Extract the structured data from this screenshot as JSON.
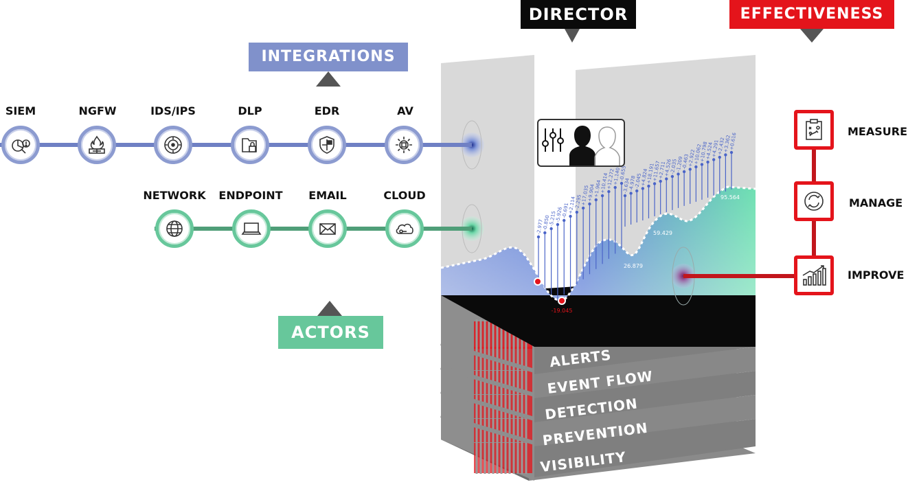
{
  "headers": {
    "director": "DIRECTOR",
    "effectiveness": "EFFECTIVENESS",
    "integrations": "INTEGRATIONS",
    "actors": "ACTORS"
  },
  "integrations": [
    {
      "label": "SIEM",
      "icon": "siem-icon"
    },
    {
      "label": "NGFW",
      "icon": "firewall-icon"
    },
    {
      "label": "IDS/IPS",
      "icon": "ids-ips-icon"
    },
    {
      "label": "DLP",
      "icon": "dlp-folder-lock-icon"
    },
    {
      "label": "EDR",
      "icon": "edr-shield-icon"
    },
    {
      "label": "AV",
      "icon": "av-gear-icon"
    }
  ],
  "actors": [
    {
      "label": "NETWORK",
      "icon": "globe-icon"
    },
    {
      "label": "ENDPOINT",
      "icon": "laptop-icon"
    },
    {
      "label": "EMAIL",
      "icon": "envelope-icon"
    },
    {
      "label": "CLOUD",
      "icon": "cloud-icon"
    }
  ],
  "effectiveness": [
    {
      "label": "MEASURE",
      "icon": "clipboard-strategy-icon"
    },
    {
      "label": "MANAGE",
      "icon": "refresh-cycle-icon"
    },
    {
      "label": "IMPROVE",
      "icon": "bar-chart-growth-icon"
    }
  ],
  "layers": [
    "ALERTS",
    "EVENT FLOW",
    "DETECTION",
    "PREVENTION",
    "VISIBILITY"
  ],
  "chart_values": {
    "point_labels": [
      "-19.045",
      "26.879",
      "59.429",
      "95.564"
    ],
    "spike_labels_left": [
      "-2.977",
      "-0.850",
      "-5.215",
      "-5.926",
      "-0.691",
      "+2.114",
      "-2.295",
      "+17.035",
      "+9.904",
      "+1.964",
      "+10.414",
      "+12.272",
      "+1.140",
      "-0.655"
    ],
    "spike_labels_right": [
      "-3.634",
      "-4.978",
      "-2.045",
      "+4.824",
      "+18.191",
      "+11.657",
      "+2.711",
      "+4.526",
      "-2.035",
      "-1.209",
      "-0.463",
      "+2.922",
      "+10.062",
      "+10.798",
      "+4.524",
      "+4.291",
      "+2.432",
      "+3.362",
      "+0.616"
    ]
  },
  "colors": {
    "blue": "#8c9bd0",
    "green": "#67c79b",
    "red": "#e4141b",
    "black": "#0a0a0a"
  }
}
